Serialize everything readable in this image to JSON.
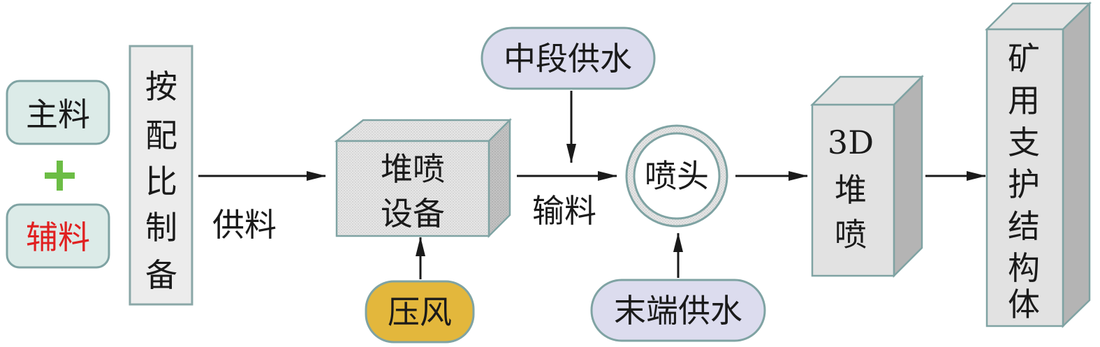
{
  "colors": {
    "stroke": "#7fa3a3",
    "pill_teal_fill": "#dcebe8",
    "pill_purple_fill": "#dcdcee",
    "pill_gold_fill": "#e3b73c",
    "box_light": "#ececec",
    "box_side": "#b4b4b4",
    "box_top": "#e4e4e4",
    "plus": "#6cbd45",
    "aux_text": "#e02020",
    "arrow": "#1a1a1a"
  },
  "nodes": {
    "main_material": "主料",
    "plus_sign": "+",
    "aux_material": "辅料",
    "proportion_prep": [
      "按",
      "配",
      "比",
      "制",
      "备"
    ],
    "spray_equipment": [
      "堆喷",
      "设备"
    ],
    "mid_water": "中段供水",
    "compressed_air": "压风",
    "nozzle": "喷头",
    "end_water": "末端供水",
    "spray_3d": [
      "3D",
      "堆",
      "喷"
    ],
    "support_structure": [
      "矿",
      "用",
      "支",
      "护",
      "结",
      "构",
      "体"
    ]
  },
  "edges": {
    "supply_label": "供料",
    "convey_label": "输料"
  }
}
